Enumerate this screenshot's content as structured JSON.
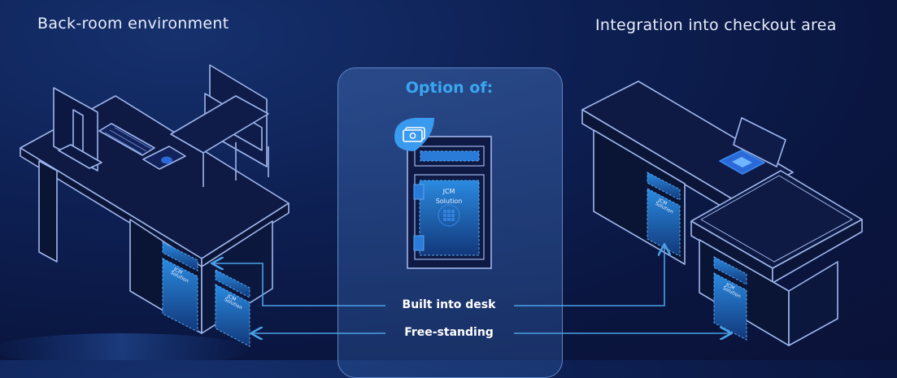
{
  "headings": {
    "left": "Back-room environment",
    "right": "Integration into checkout area"
  },
  "option": {
    "title": "Option of:",
    "device_label_line1": "JCM",
    "device_label_line2": "Solution"
  },
  "connectors": {
    "built_in": "Built into desk",
    "free_standing": "Free-standing"
  },
  "unit_labels": {
    "line1": "JCM",
    "line2": "Solution"
  },
  "colors": {
    "background": "#0d1f52",
    "outline": "#9fb6ec",
    "accent": "#3aa6f0",
    "arrow": "#4aa0e8",
    "unit_fill": "#1f6fc4"
  },
  "icons": {
    "money": "money-icon"
  }
}
